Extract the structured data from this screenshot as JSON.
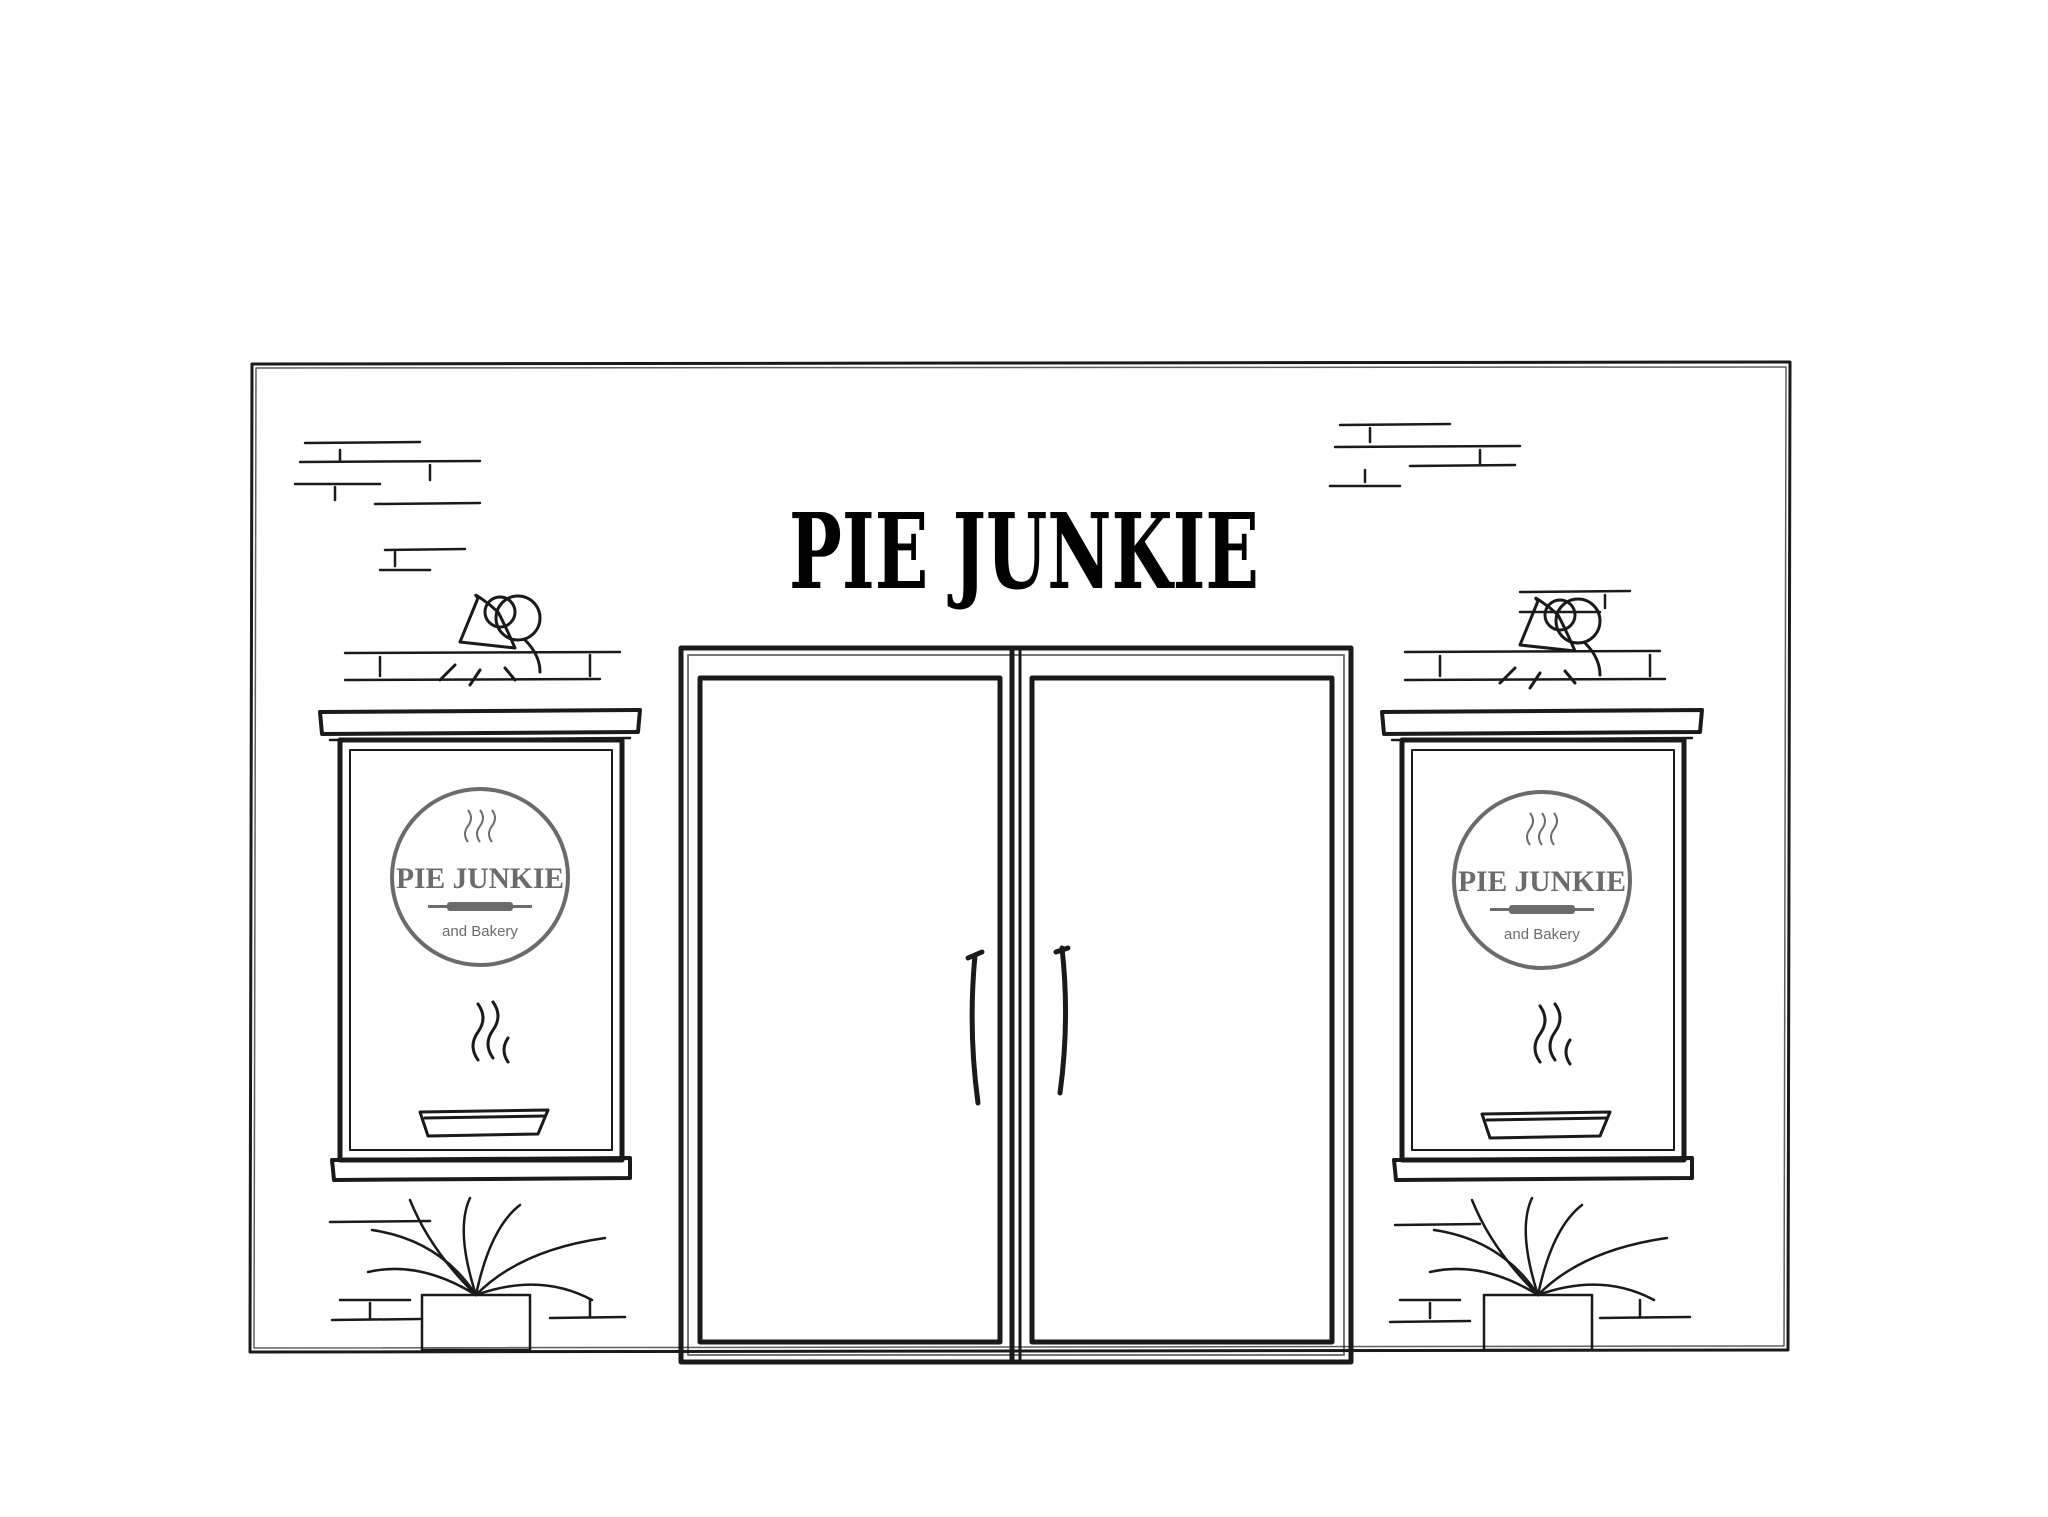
{
  "storefront": {
    "sign": "PIE JUNKIE",
    "window_logo": {
      "title": "PIE JUNKIE",
      "subtitle": "and Bakery"
    }
  },
  "colors": {
    "ink": "#1a1a1a",
    "logo_gray": "#6b6b6b",
    "background": "#ffffff"
  },
  "icons": [
    "wall-lamp-icon",
    "steam-icon",
    "rolling-pin-icon",
    "pie-icon",
    "potted-plant-icon"
  ]
}
